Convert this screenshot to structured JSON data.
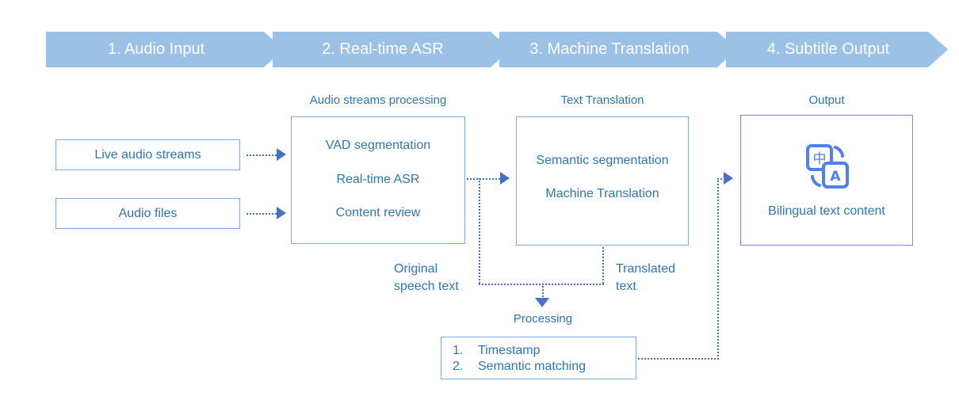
{
  "diagram": {
    "title_colors": {
      "chevron_fill": "#9BC2E6",
      "chevron_text": "#FFFFFF",
      "box_border": "#7FA9E8",
      "output_box_border": "#8080EE",
      "text_blue": "#2E75B6",
      "connector_blue": "#4472C4"
    },
    "stages": [
      {
        "label": "1. Audio Input"
      },
      {
        "label": "2. Real-time ASR"
      },
      {
        "label": "3. Machine Translation"
      },
      {
        "label": "4. Subtitle Output"
      }
    ],
    "inputs": [
      {
        "label": "Live audio streams"
      },
      {
        "label": "Audio files"
      }
    ],
    "asr": {
      "caption": "Audio streams processing",
      "items": [
        "VAD segmentation",
        "Real-time ASR",
        "Content review"
      ]
    },
    "translation": {
      "caption": "Text Translation",
      "items": [
        "Semantic segmentation",
        "Machine Translation"
      ]
    },
    "output": {
      "caption": "Output",
      "icon": "translate-icon",
      "icon_glyphs": {
        "source": "中",
        "target": "A"
      },
      "label": "Bilingual text content"
    },
    "processing": {
      "caption": "Processing",
      "items": [
        {
          "num": "1.",
          "label": "Timestamp"
        },
        {
          "num": "2.",
          "label": "Semantic matching"
        }
      ]
    },
    "edge_labels": {
      "original": "Original\nspeech text",
      "original_line1": "Original",
      "original_line2": "speech text",
      "translated_line1": "Translated",
      "translated_line2": "text"
    }
  }
}
